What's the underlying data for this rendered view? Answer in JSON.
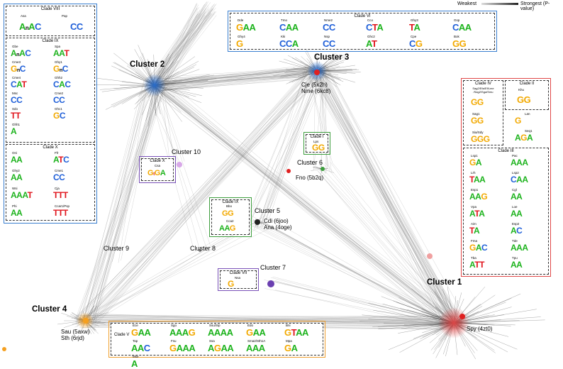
{
  "legend": {
    "weakest": "Weakest",
    "strongest": "Strongest (P-value)"
  },
  "clusters": {
    "c1": "Cluster 1",
    "c2": "Cluster 2",
    "c3": "Cluster 3",
    "c4": "Cluster 4",
    "c5": "Cluster 5",
    "c6": "Cluster 6",
    "c7": "Cluster 7",
    "c8": "Cluster 8",
    "c9": "Cluster 9",
    "c10": "Cluster 10"
  },
  "node_labels": {
    "c3_a": "Cje (5x2h)",
    "c3_b": "Nme (6kc8)",
    "c6": "Fno (5b2q)",
    "c5_a": "Cdi (6joo)",
    "c5_b": "Ana (4oge)",
    "c4_a": "Sau (5axw)",
    "c4_b": "Sth (6rjd)",
    "c1": "Spy (4zt0)"
  },
  "panels": {
    "left": {
      "viii": {
        "title": "Clade VIII",
        "motifs": [
          {
            "name": "Asa",
            "logo": "AnAC"
          },
          {
            "name": "Pap",
            "logo": "CC"
          }
        ]
      },
      "ix": {
        "title": "Clade IX",
        "motifs": [
          {
            "name": "Gbe",
            "logo": "AnAC"
          },
          {
            "name": "Spa",
            "logo": "AAT"
          },
          {
            "name": "Cme3",
            "logo": "GnC"
          },
          {
            "name": "Ghy1",
            "logo": "GnC"
          },
          {
            "name": "Cme4",
            "logo": "CAT"
          },
          {
            "name": "Ghh2",
            "logo": "CAC"
          },
          {
            "name": "Msc",
            "logo": "CC"
          },
          {
            "name": "Cme2",
            "logo": "CC"
          },
          {
            "name": "Sdo",
            "logo": "TT"
          },
          {
            "name": "Ghc1",
            "logo": "GC"
          },
          {
            "name": "Ghh1",
            "logo": "A"
          }
        ]
      },
      "x": {
        "title": "Clade X",
        "motifs": [
          {
            "name": "Oni",
            "logo": "AA"
          },
          {
            "name": "Ffr",
            "logo": "ATC"
          },
          {
            "name": "Ghy2",
            "logo": "AA"
          },
          {
            "name": "Cme1",
            "logo": "CC"
          },
          {
            "name": "Wsi",
            "logo": "AAAT"
          },
          {
            "name": "Cja",
            "logo": "TTT"
          },
          {
            "name": "Phi",
            "logo": "AA"
          },
          {
            "name": "Ccar1/Psp",
            "logo": "TTT"
          }
        ]
      }
    },
    "top": {
      "title": "Clade VI",
      "motifs": [
        {
          "name": "Dde",
          "logo": "GAA"
        },
        {
          "name": "Tmo",
          "logo": "CAA"
        },
        {
          "name": "Nme2",
          "logo": "CC"
        },
        {
          "name": "Cco",
          "logo": "CTA"
        },
        {
          "name": "Ghy3",
          "logo": "TA"
        },
        {
          "name": "Gsp",
          "logo": "CAA"
        },
        {
          "name": "Ghy4",
          "logo": "G"
        },
        {
          "name": "Kki",
          "logo": "CCA"
        },
        {
          "name": "Nsp",
          "logo": "CC"
        },
        {
          "name": "Ghc2",
          "logo": "AT"
        },
        {
          "name": "Cpe",
          "logo": "CG"
        },
        {
          "name": "Bok",
          "logo": "GG"
        }
      ]
    },
    "right": {
      "iv": {
        "title": "Clade IV",
        "subtitle": "Sag2/Efa/Ef/Lme /Sag2/Sga/Smu",
        "motifs": [
          {
            "name": "",
            "logo": "GG"
          },
          {
            "name": "Sag1",
            "logo": "GG"
          },
          {
            "name": "Sia/Sdy",
            "logo": "GGG"
          }
        ]
      },
      "ii": {
        "title": "Clade II",
        "motifs": [
          {
            "name": "Khu",
            "logo": "GG"
          },
          {
            "name": "Lan",
            "logo": "G"
          },
          {
            "name": "Seq1",
            "logo": "AGA"
          }
        ]
      },
      "iii": {
        "title": "Clade III",
        "motifs": [
          {
            "name": "Lsp1",
            "logo": "GA"
          },
          {
            "name": "Pac",
            "logo": "AAA"
          },
          {
            "name": "Lrh",
            "logo": "TAA"
          },
          {
            "name": "Lsp2",
            "logo": "CAA"
          },
          {
            "name": "Esp1",
            "logo": "AAG"
          },
          {
            "name": "Cgl",
            "logo": "AA"
          },
          {
            "name": "Vpa",
            "logo": "ATA"
          },
          {
            "name": "Loe",
            "logo": "AA"
          },
          {
            "name": "Aim",
            "logo": "TA"
          },
          {
            "name": "Esp2",
            "logo": "AC"
          },
          {
            "name": "Fma",
            "logo": "GAC"
          },
          {
            "name": "Tde",
            "logo": "AAA"
          },
          {
            "name": "Tba",
            "logo": "ATT"
          },
          {
            "name": "Tpu",
            "logo": "AA"
          }
        ]
      }
    },
    "bottom": {
      "title": "Clade V",
      "motifs": [
        {
          "name": "Ece",
          "logo": "GAA"
        },
        {
          "name": "Sgo",
          "logo": "AAAG"
        },
        {
          "name": "Ssu/Sip",
          "logo": "AAAA"
        },
        {
          "name": "Edo",
          "logo": "GAA"
        },
        {
          "name": "Bni",
          "logo": "GTAA"
        },
        {
          "name": "Tap",
          "logo": "AAC"
        },
        {
          "name": "Fsu",
          "logo": "GAAA"
        },
        {
          "name": "Ssa",
          "logo": "AGAA"
        },
        {
          "name": "Sma2/Sth1A",
          "logo": "AAA"
        },
        {
          "name": "Mpa",
          "logo": "GA"
        },
        {
          "name": "Mse",
          "logo": "A"
        }
      ]
    },
    "i": {
      "title": "Clade I",
      "motifs": [
        {
          "name": "Lps",
          "logo": "GG"
        }
      ]
    },
    "xmid": {
      "title": "Clade X",
      "motifs": [
        {
          "name": "Csa",
          "logo": "GtGA"
        }
      ]
    },
    "ixmid": {
      "title": "Clade IX",
      "motifs": [
        {
          "name": "Bbo",
          "logo": "GG"
        },
        {
          "name": "Cca2",
          "logo": "AAG"
        }
      ]
    },
    "vii": {
      "title": "Clade VII",
      "motifs": [
        {
          "name": "Nsa",
          "logo": "G"
        }
      ]
    }
  },
  "colors": {
    "blue": "#3a7fd0",
    "red": "#e04848",
    "green": "#3d9e3d",
    "purple": "#7a52b8",
    "orange": "#f0a030",
    "edge": "#9a9a9a"
  }
}
